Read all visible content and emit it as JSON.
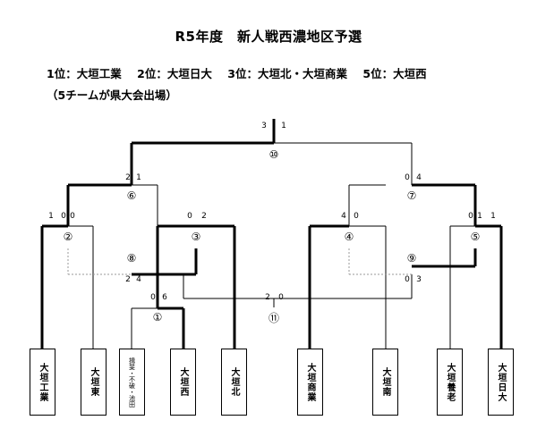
{
  "title": "R5年度　新人戦西濃地区予選",
  "results": {
    "first": "1位：大垣工業",
    "second": "2位：大垣日大",
    "third": "3位：大垣北・大垣商業",
    "fifth": "5位：大垣西"
  },
  "note": "（5チームが県大会出場）",
  "teams": [
    "大垣工業",
    "大垣東",
    "揖斐・不破・池田",
    "大垣西",
    "大垣北",
    "大垣商業",
    "大垣南",
    "大垣養老",
    "大垣日大"
  ],
  "match_numbers": {
    "m1": "①",
    "m2": "②",
    "m3": "③",
    "m4": "④",
    "m5": "⑤",
    "m6": "⑥",
    "m7": "⑦",
    "m8": "⑧",
    "m9": "⑨",
    "m10": "⑩",
    "m11": "⑪"
  },
  "scores": {
    "m1_left": "0",
    "m1_right": "6",
    "m2_left": "1",
    "m2_right": "0",
    "m3_left": "0",
    "m3_right": "2",
    "m4_left": "4",
    "m4_right": "0",
    "m5_left": "0",
    "m5_right": "1",
    "m6_left": "2",
    "m6_right": "1",
    "m7_left": "0",
    "m7_right": "4",
    "m8_left": "2",
    "m8_right": "4",
    "m9_left": "0",
    "m9_right": "3",
    "m10_left": "3",
    "m10_right": "1",
    "m11_left": "2",
    "m11_right": "0",
    "m2_extra": "0",
    "m5_extra": "1"
  }
}
